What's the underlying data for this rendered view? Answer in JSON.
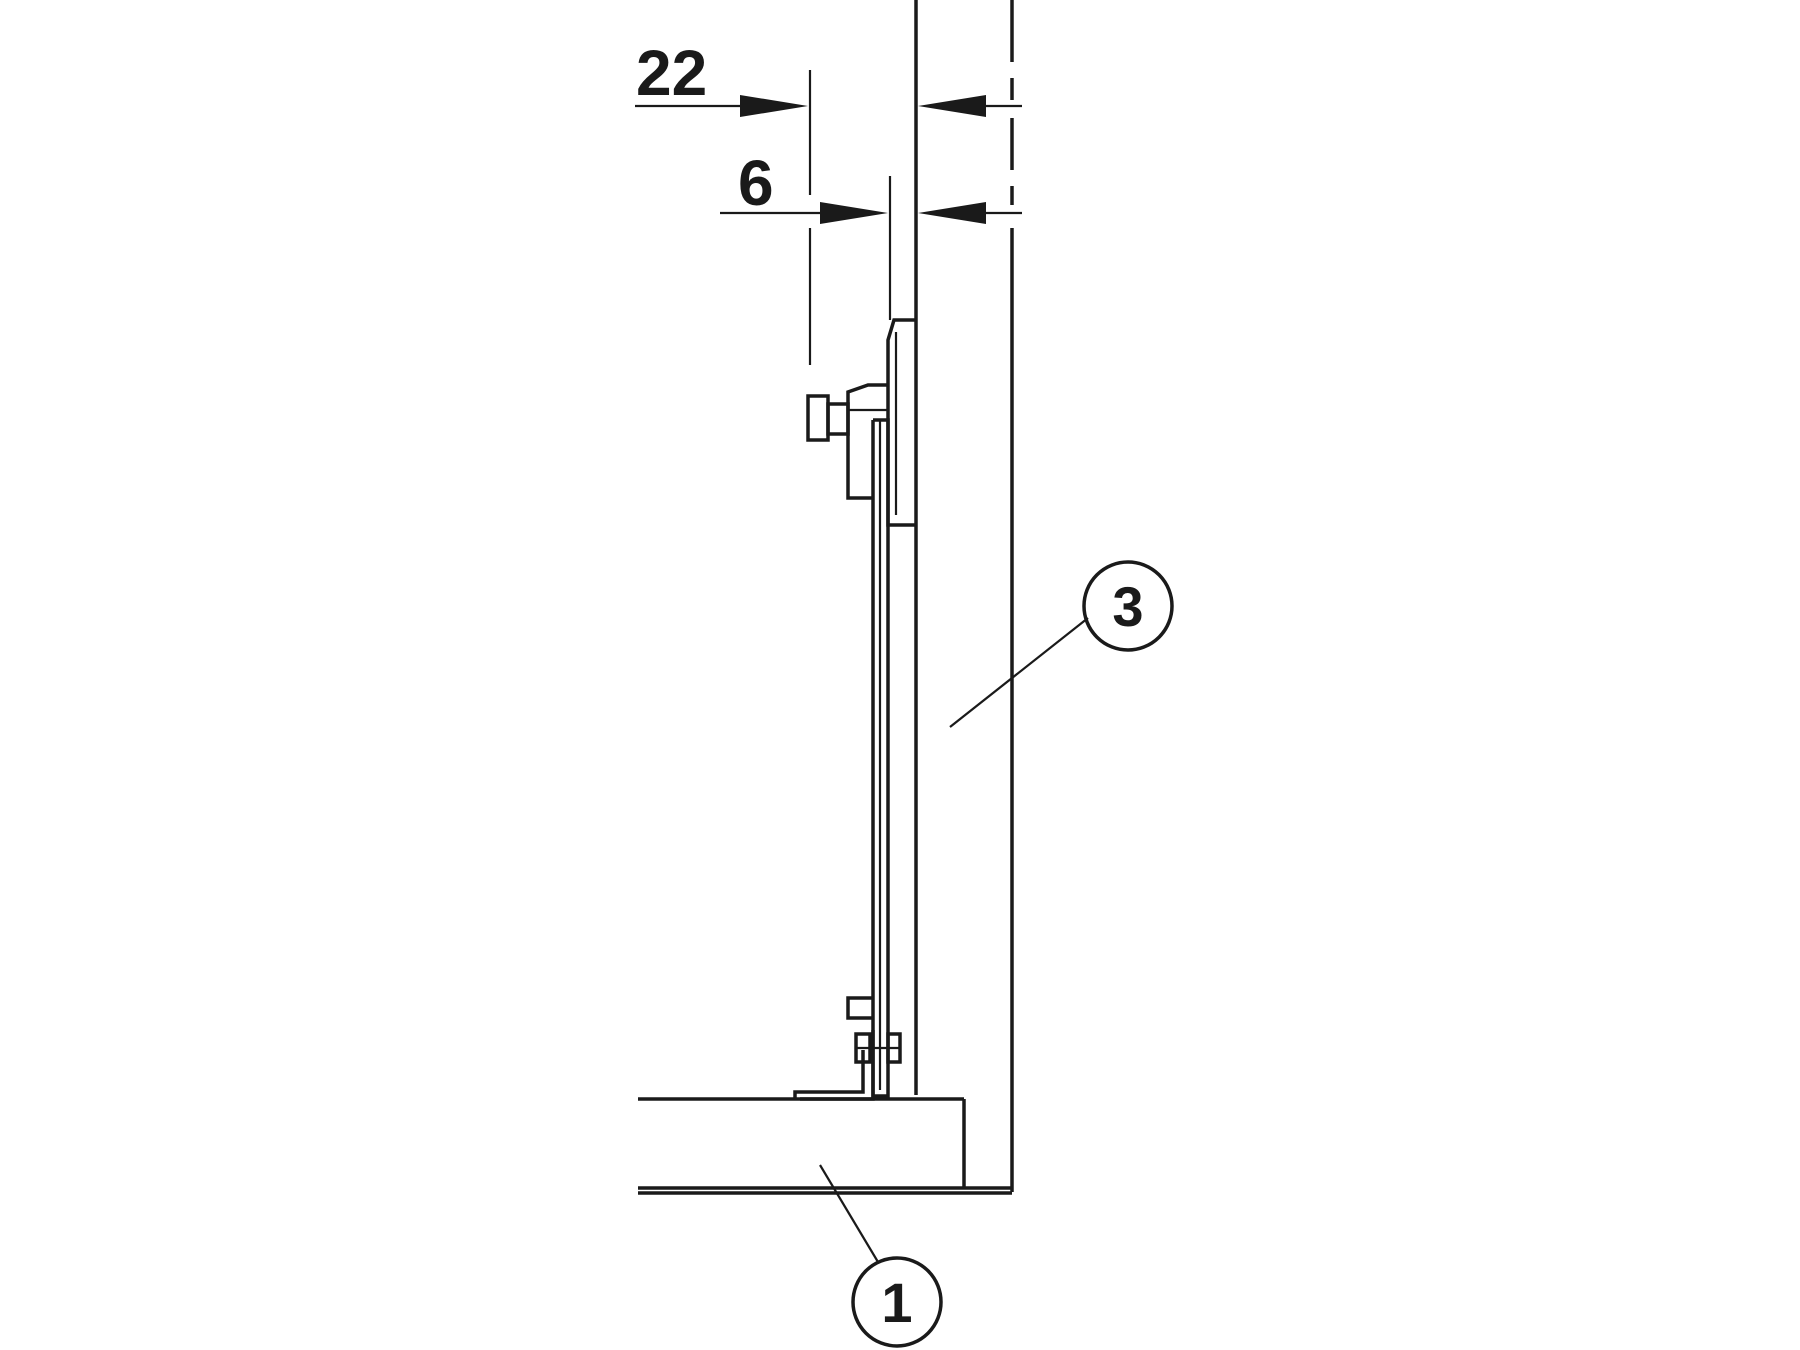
{
  "dimensions": {
    "outer": "22",
    "inner": "6"
  },
  "callouts": {
    "part_1": "1",
    "part_3": "3"
  },
  "colors": {
    "line": "#1a1a1a",
    "background": "#ffffff"
  }
}
